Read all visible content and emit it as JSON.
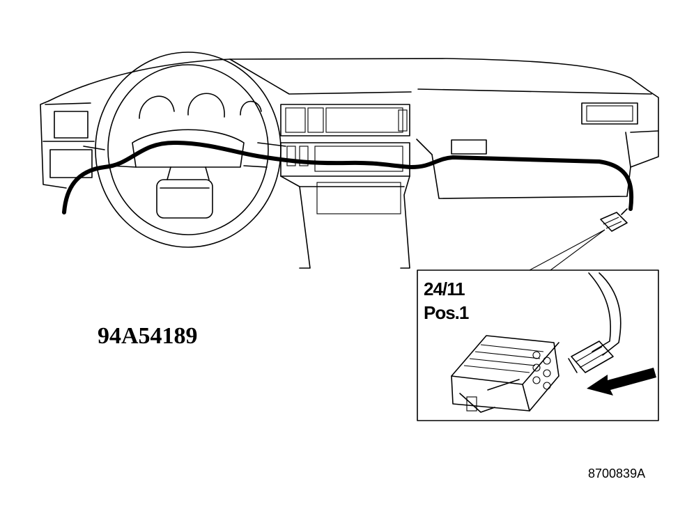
{
  "figure": {
    "code": "94A54189",
    "reference": "8700839A"
  },
  "inset": {
    "line1": "24/11",
    "line2": "Pos.1"
  },
  "colors": {
    "ink": "#000000",
    "paper": "#ffffff"
  },
  "icons": {
    "arrow": "direction-arrow-icon",
    "connector": "connector-icon"
  }
}
